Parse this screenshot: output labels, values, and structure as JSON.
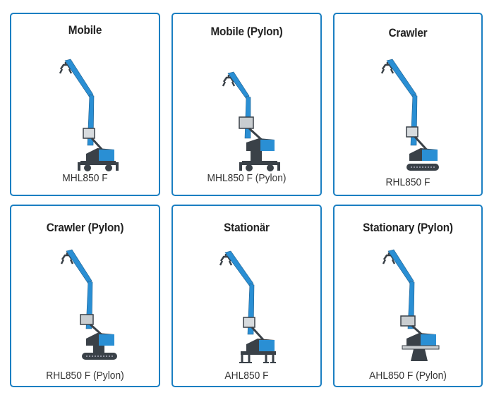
{
  "colors": {
    "border": "#1b7fc2",
    "machine_blue": "#2a8fd4",
    "machine_dark": "#3a4148"
  },
  "cards": [
    {
      "title": "Mobile",
      "model": "MHL850 F",
      "undercarriage": "wheels",
      "icon": "mobile-material-handler-icon"
    },
    {
      "title": "Mobile (Pylon)",
      "model": "MHL850 F (Pylon)",
      "undercarriage": "wheels-pylon",
      "icon": "mobile-pylon-material-handler-icon"
    },
    {
      "title": "Crawler",
      "model": "RHL850 F",
      "undercarriage": "tracks",
      "icon": "crawler-material-handler-icon"
    },
    {
      "title": "Crawler (Pylon)",
      "model": "RHL850 F (Pylon)",
      "undercarriage": "tracks-pylon",
      "icon": "crawler-pylon-material-handler-icon"
    },
    {
      "title": "Stationär",
      "model": "AHL850 F",
      "undercarriage": "stationary",
      "icon": "stationary-material-handler-icon"
    },
    {
      "title": "Stationary (Pylon)",
      "model": "AHL850 F (Pylon)",
      "undercarriage": "stationary-pylon",
      "icon": "stationary-pylon-material-handler-icon"
    }
  ]
}
